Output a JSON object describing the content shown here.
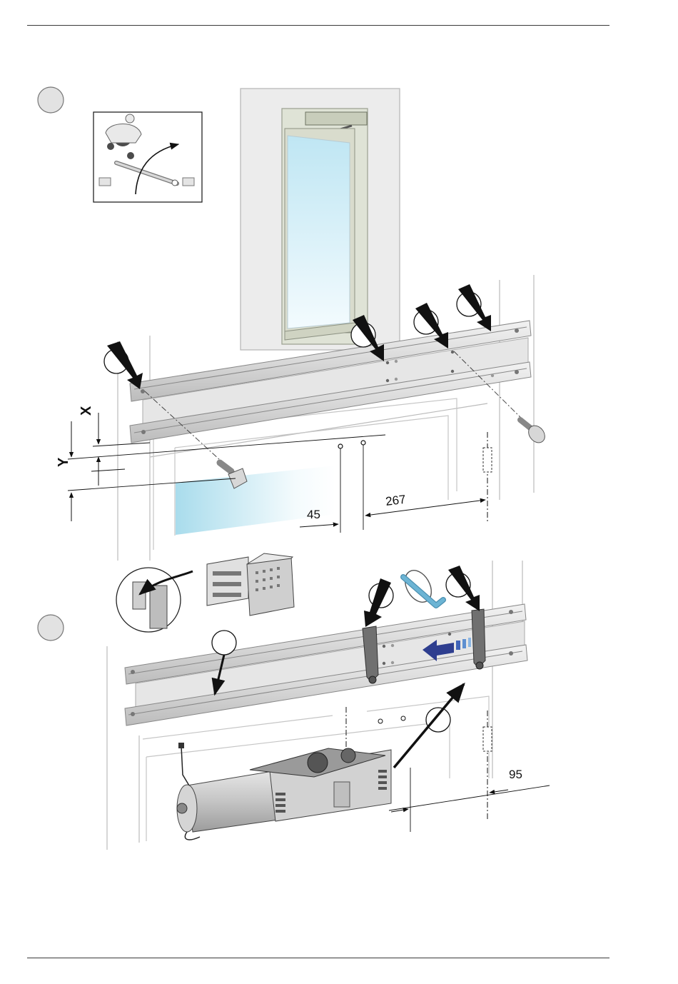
{
  "labels": {
    "dimX": "X",
    "dimY": "Y",
    "dim45": "45",
    "dim267": "267",
    "dim95": "95"
  },
  "colors": {
    "line": "#1a1a1a",
    "wall": "#ececec",
    "wallEdge": "#bdbdbd",
    "rail": "#d6d6d6",
    "railDark": "#9a9a9a",
    "glassLight": "#e6f6fb",
    "glassBlue": "#9fd8ea",
    "wrench": "#6cb4d4",
    "slideArrow": "#2e3e8f",
    "stepCircle": "#e2e2e2"
  },
  "icons": [
    "step-circle",
    "door-swing-icon",
    "screw-icon",
    "hex-key-icon",
    "push-arrow-icon",
    "slide-arrow-icon",
    "control-unit-icon",
    "drive-motor-icon"
  ]
}
